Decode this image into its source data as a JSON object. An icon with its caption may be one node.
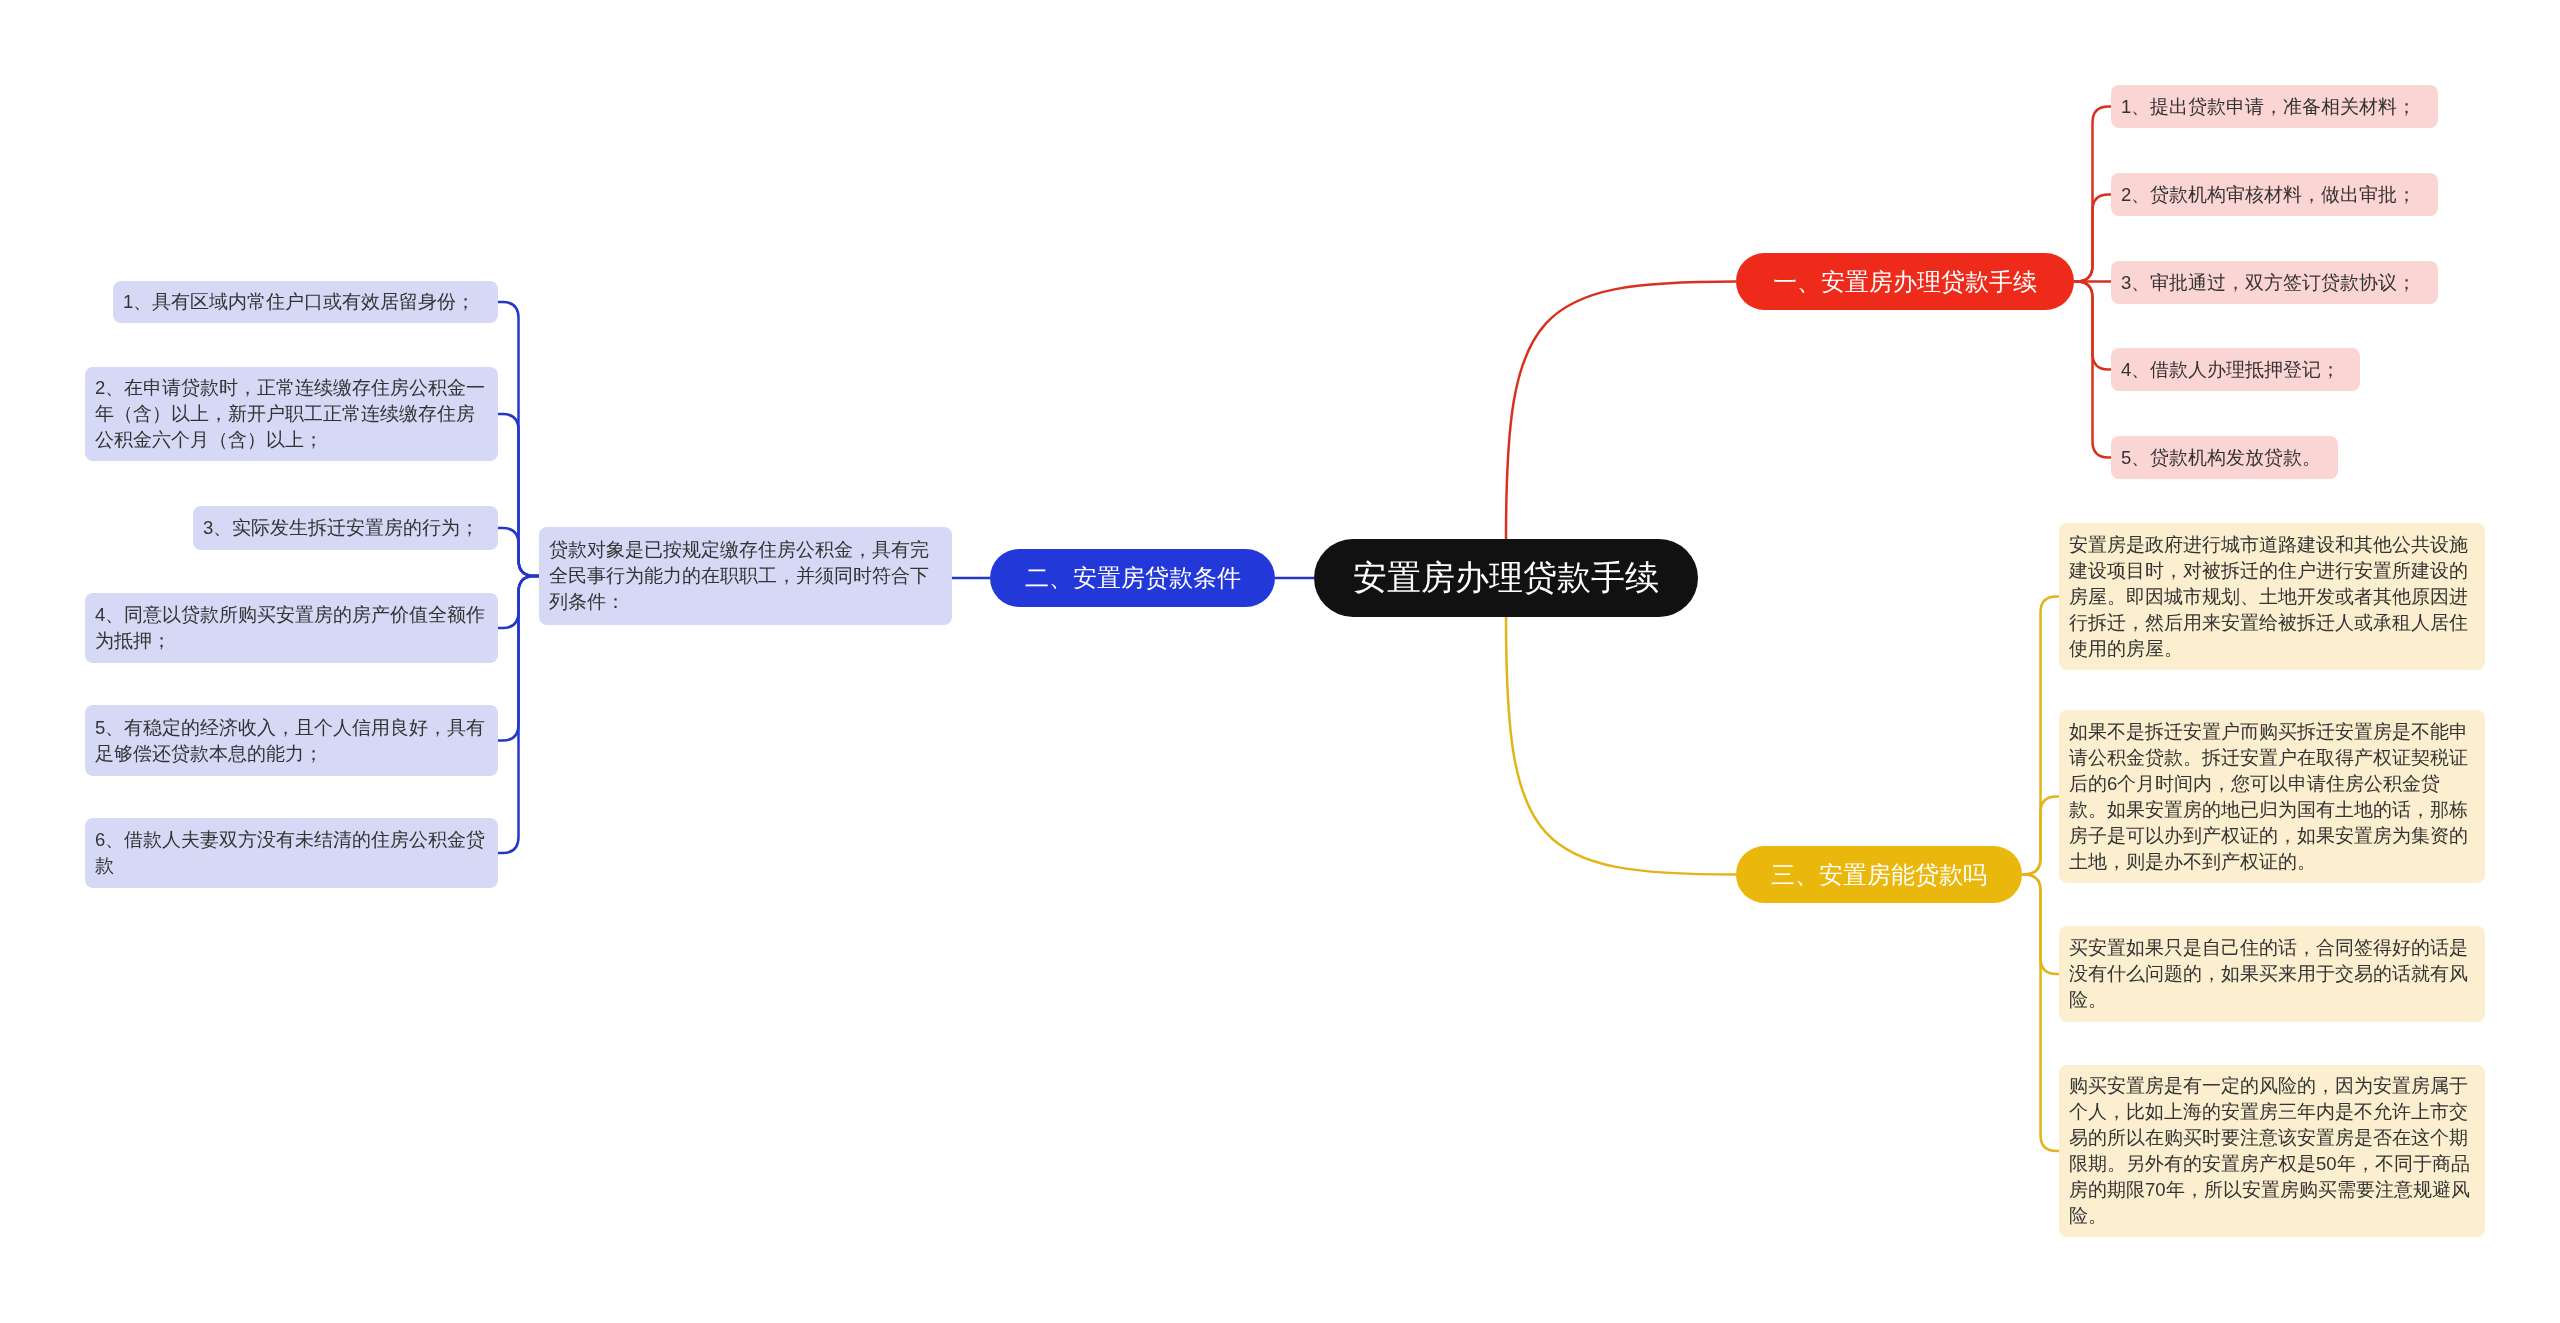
{
  "diagram": {
    "nodes": [
      {
        "text": [
          "安置房办理贷款手续"
        ]
      },
      {
        "text": [
          "一、安置房办理贷款手续"
        ]
      },
      {
        "text": [
          "1、提出贷款申请，准备相关材料；"
        ]
      },
      {
        "text": [
          "2、贷款机构审核材料，做出审批；"
        ]
      },
      {
        "text": [
          "3、审批通过，双方签订贷款协议；"
        ]
      },
      {
        "text": [
          "4、借款人办理抵押登记；"
        ]
      },
      {
        "text": [
          "5、贷款机构发放贷款。"
        ]
      },
      {
        "text": [
          "二、安置房贷款条件"
        ]
      },
      {
        "text": [
          "贷款对象是已按规定缴存住房公积金，具有完全民事行为能力的在职职工，并须同时符合下列条件："
        ]
      },
      {
        "text": [
          "1、具有区域内常住户口或有效居留身份；"
        ]
      },
      {
        "text": [
          "2、在申请贷款时，正常连续缴存住房公积金一年（含）以上，新开户职工正常连续缴存住房公积金六个月（含）以上；"
        ]
      },
      {
        "text": [
          "3、实际发生拆迁安置房的行为；"
        ]
      },
      {
        "text": [
          "4、同意以贷款所购买安置房的房产价值全额作为抵押；"
        ]
      },
      {
        "text": [
          "5、有稳定的经济收入，且个人信用良好，具有足够偿还贷款本息的能力；"
        ]
      },
      {
        "text": [
          "6、借款人夫妻双方没有未结清的住房公积金贷款"
        ]
      },
      {
        "text": [
          "三、安置房能贷款吗"
        ]
      },
      {
        "text": [
          "安置房是政府进行城市道路建设和其他公共设施建设项目时，对被拆迁的住户进行安置所建设的房屋。即因城市规划、土地开发或者其他原因进行拆迁，然后用来安置给被拆迁人或承租人居住使用的房屋。"
        ]
      },
      {
        "text": [
          "如果不是拆迁安置户而购买拆迁安置房是不能申请公积金贷款。拆迁安置户在取得产权证契税证后的6个月时间内，您可以申请住房公积金贷款。如果安置房的地已归为国有土地的话，那栋房子是可以办到产权证的，如果安置房为集资的土地，则是办不到产权证的。"
        ]
      },
      {
        "text": [
          "买安置如果只是自己住的话，合同签得好的话是没有什么问题的，如果买来用于交易的话就有风险。"
        ]
      },
      {
        "text": [
          "购买安置房是有一定的风险的，因为安置房属于个人，比如上海的安置房三年内是不允许上市交易的所以在购买时要注意该安置房是否在这个期限期。另外有的安置房产权是50年，不同于商品房的期限70年，所以安置房购买需要注意规避风险。"
        ]
      }
    ],
    "edges": [
      {
        "from": 0,
        "to": 1,
        "arrow": "none",
        "color": "#d8321f"
      },
      {
        "from": 1,
        "to": 2,
        "arrow": "none",
        "color": "#d8321f"
      },
      {
        "from": 1,
        "to": 3,
        "arrow": "none",
        "color": "#d8321f"
      },
      {
        "from": 1,
        "to": 4,
        "arrow": "none",
        "color": "#d8321f"
      },
      {
        "from": 1,
        "to": 5,
        "arrow": "none",
        "color": "#d8321f"
      },
      {
        "from": 1,
        "to": 6,
        "arrow": "none",
        "color": "#d8321f"
      },
      {
        "from": 0,
        "to": 7,
        "arrow": "none",
        "color": "#2537c9"
      },
      {
        "from": 7,
        "to": 8,
        "arrow": "none",
        "color": "#2537c9"
      },
      {
        "from": 8,
        "to": 9,
        "arrow": "none",
        "color": "#2537c9"
      },
      {
        "from": 8,
        "to": 10,
        "arrow": "none",
        "color": "#2537c9"
      },
      {
        "from": 8,
        "to": 11,
        "arrow": "none",
        "color": "#2537c9"
      },
      {
        "from": 8,
        "to": 12,
        "arrow": "none",
        "color": "#2537c9"
      },
      {
        "from": 8,
        "to": 13,
        "arrow": "none",
        "color": "#2537c9"
      },
      {
        "from": 8,
        "to": 14,
        "arrow": "none",
        "color": "#2537c9"
      },
      {
        "from": 0,
        "to": 15,
        "arrow": "none",
        "color": "#e2b419"
      },
      {
        "from": 15,
        "to": 16,
        "arrow": "none",
        "color": "#e2b419"
      },
      {
        "from": 15,
        "to": 17,
        "arrow": "none",
        "color": "#e2b419"
      },
      {
        "from": 15,
        "to": 18,
        "arrow": "none",
        "color": "#e2b419"
      },
      {
        "from": 15,
        "to": 19,
        "arrow": "none",
        "color": "#e2b419"
      }
    ]
  }
}
